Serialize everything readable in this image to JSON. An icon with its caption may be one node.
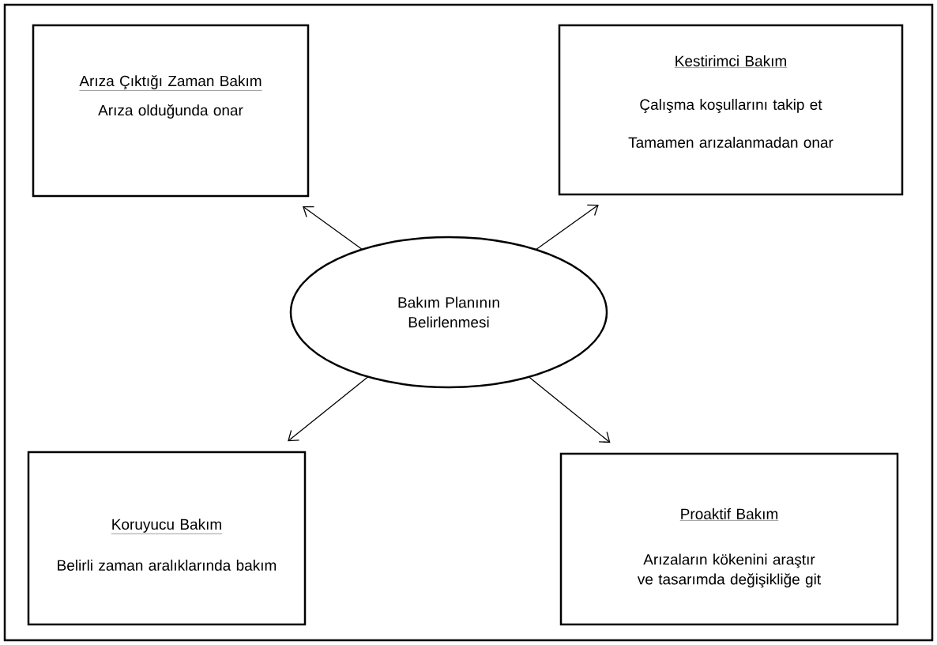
{
  "diagram": {
    "nodes": [
      {
        "text": [
          "Arıza Çıktığı Zaman Bakım",
          "Arıza olduğunda onar"
        ]
      },
      {
        "text": [
          "Kestirimci Bakım",
          "Çalışma koşullarını takip et",
          "Tamamen arızalanmadan onar"
        ]
      },
      {
        "text": [
          "Bakım Planının Belirlenmesi"
        ]
      },
      {
        "text": [
          "Koruyucu Bakım",
          "Belirli zaman aralıklarında bakım"
        ]
      },
      {
        "text": [
          "Proaktif Bakım",
          "Arızaların kökenini araştır ve tasarımda değişikliğe git"
        ]
      }
    ],
    "edges": [
      {
        "from": 2,
        "to": 0,
        "arrow": "to"
      },
      {
        "from": 2,
        "to": 1,
        "arrow": "to"
      },
      {
        "from": 2,
        "to": 3,
        "arrow": "to"
      },
      {
        "from": 2,
        "to": 4,
        "arrow": "to"
      }
    ]
  }
}
